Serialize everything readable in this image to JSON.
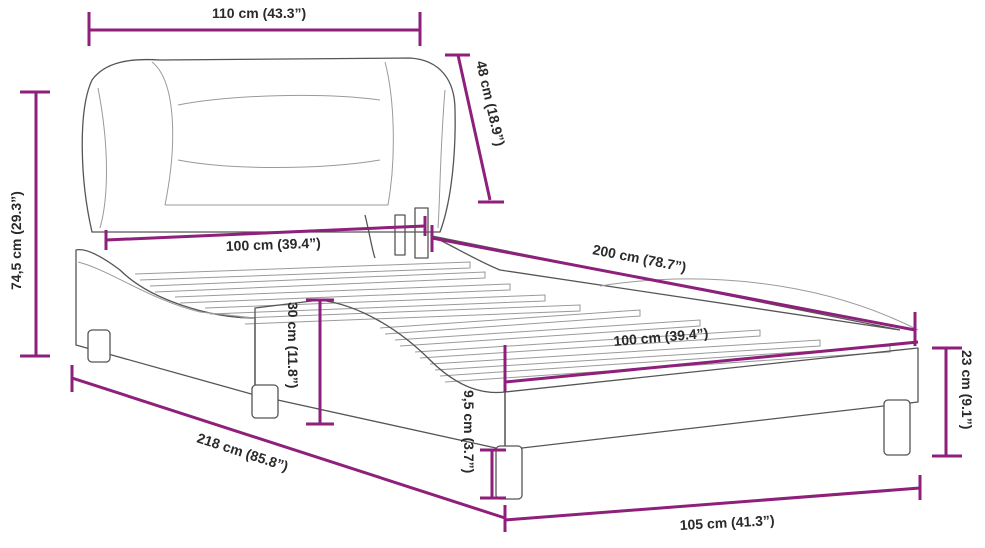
{
  "dimensions": {
    "headboard_width": "110 cm (43.3”)",
    "headboard_height": "48 cm (18.9”)",
    "total_height": "74,5 cm (29.3”)",
    "inner_width_head": "100 cm (39.4”)",
    "inner_length": "200 cm (78.7”)",
    "inner_width_foot": "100 cm (39.4”)",
    "side_height": "30 cm (11.8”)",
    "frame_height": "23 cm (9.1”)",
    "leg_height": "9,5 cm (3.7”)",
    "total_length": "218 cm (85.8”)",
    "total_width": "105 cm (41.3”)"
  },
  "colors": {
    "dimension_line": "#8e1f7a",
    "outline": "#555555",
    "text": "#2a2a2a"
  }
}
